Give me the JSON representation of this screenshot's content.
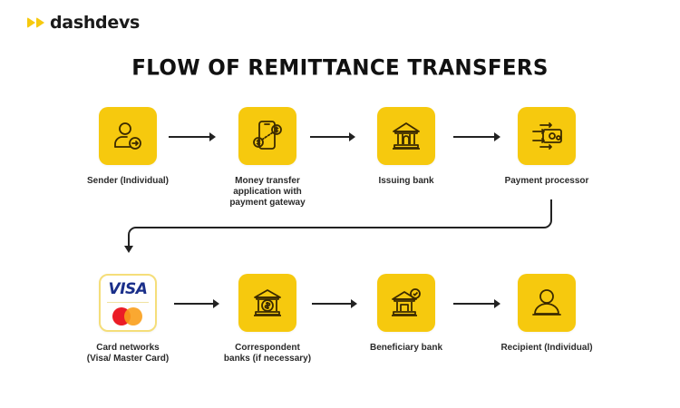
{
  "brand": {
    "name": "dashdevs",
    "accent": "#f6c90e"
  },
  "title": "FLOW OF REMITTANCE TRANSFERS",
  "rows": [
    {
      "nodes": [
        {
          "id": "sender",
          "label": "Sender (Individual)",
          "icon": "person-send-icon"
        },
        {
          "id": "money-app",
          "label": "Money transfer\napplication with\npayment gateway",
          "icon": "phone-money-icon"
        },
        {
          "id": "issuing-bank",
          "label": "Issuing bank",
          "icon": "bank-icon"
        },
        {
          "id": "payment-processor",
          "label": "Payment processor",
          "icon": "processor-icon"
        }
      ]
    },
    {
      "nodes": [
        {
          "id": "card-networks",
          "label": "Card networks\n(Visa/ Master Card)",
          "icon": "visa-mastercard-icon",
          "visa_text": "VISA"
        },
        {
          "id": "correspondent-banks",
          "label": "Correspondent\nbanks (if necessary)",
          "icon": "bank-dollar-icon"
        },
        {
          "id": "beneficiary-bank",
          "label": "Beneficiary bank",
          "icon": "bank-check-icon"
        },
        {
          "id": "recipient",
          "label": "Recipient (Individual)",
          "icon": "person-icon"
        }
      ]
    }
  ],
  "colors": {
    "tile": "#f6c90e",
    "icon_stroke": "#3b2a00",
    "arrow": "#222222",
    "visa": "#1a2f8a",
    "mc_red": "#eb1c26",
    "mc_orange": "#f99f1b"
  }
}
